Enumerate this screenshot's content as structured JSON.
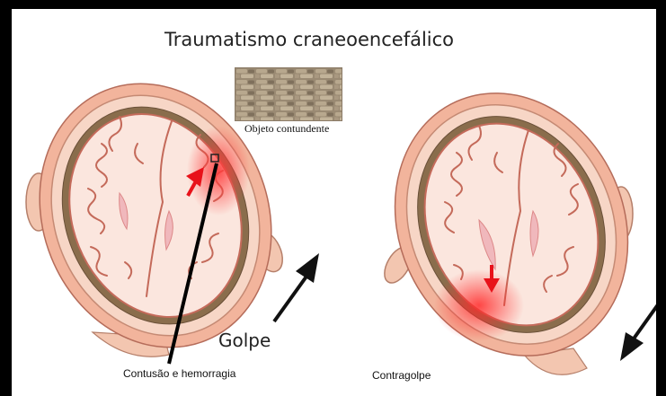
{
  "title": "Traumatismo craneoencefálico",
  "labels": {
    "objeto": "Objeto contundente",
    "golpe": "Golpe",
    "contusao": "Contusão e hemorragia",
    "contragolpe": "Contragolpe"
  },
  "icons": {
    "stone": "stone-wall-icon",
    "head_left": "head-brain-cross-section-icon",
    "head_right": "head-brain-cross-section-icon",
    "arrow_impact": "arrow-up-right-icon",
    "arrow_counter": "arrow-down-left-icon"
  },
  "colors": {
    "skull": "#f4c9b6",
    "scalp": "#f2b49c",
    "brain": "#fbe3da",
    "sulci": "#c46a5a",
    "injury": "#f05050",
    "arrow_red": "#e8121a",
    "arrow_black": "#111111"
  }
}
